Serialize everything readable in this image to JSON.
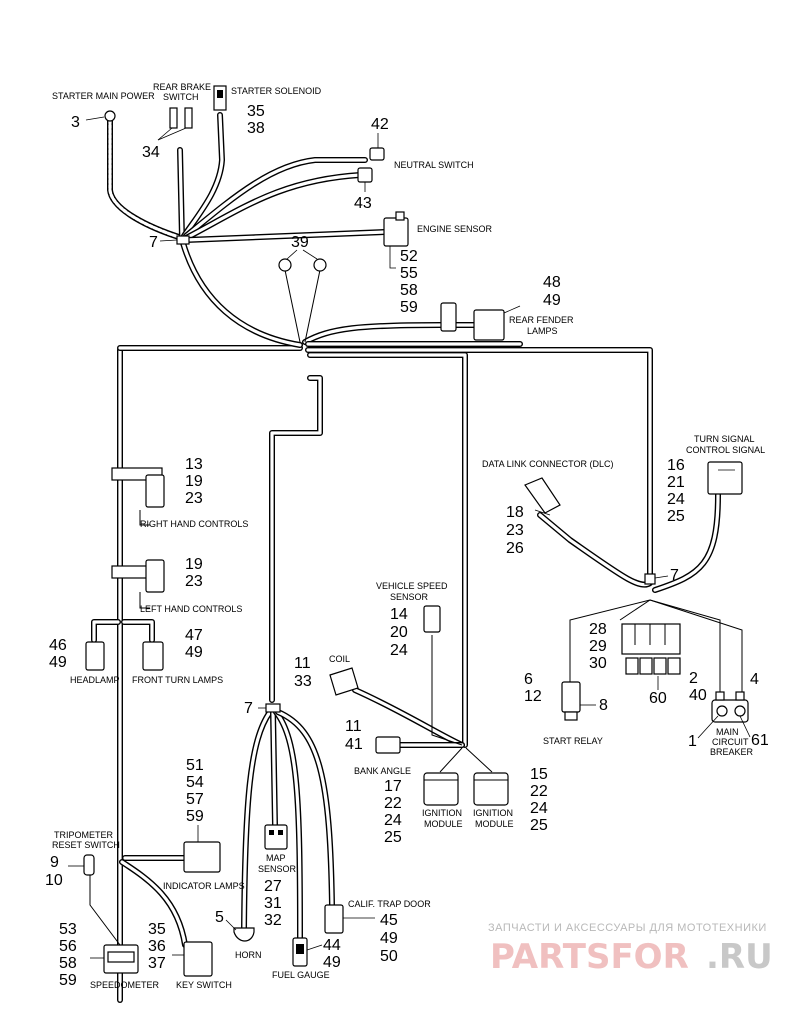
{
  "labels": {
    "starter_main_power": "STARTER MAIN POWER",
    "rear_brake_switch_1": "REAR BRAKE",
    "rear_brake_switch_2": "SWITCH",
    "starter_solenoid": "STARTER SOLENOID",
    "neutral_switch": "NEUTRAL SWITCH",
    "engine_sensor": "ENGINE SENSOR",
    "rear_fender_lamps_1": "REAR FENDER",
    "rear_fender_lamps_2": "LAMPS",
    "right_hand_controls": "RIGHT HAND CONTROLS",
    "left_hand_controls": "LEFT HAND CONTROLS",
    "headlamp": "HEADLAMP",
    "front_turn_lamps": "FRONT TURN LAMPS",
    "turn_signal_1": "TURN SIGNAL",
    "turn_signal_2": "CONTROL SIGNAL",
    "dlc": "DATA LINK CONNECTOR (DLC)",
    "vss_1": "VEHICLE SPEED",
    "vss_2": "SENSOR",
    "coil": "COIL",
    "start_relay": "START RELAY",
    "mcb_1": "MAIN",
    "mcb_2": "CIRCUIT",
    "mcb_3": "BREAKER",
    "bank_angle": "BANK ANGLE",
    "ignition_module_a_1": "IGNITION",
    "ignition_module_a_2": "MODULE",
    "ignition_module_b_1": "IGNITION",
    "ignition_module_b_2": "MODULE",
    "tripometer_1": "TRIPOMETER",
    "tripometer_2": "RESET SWITCH",
    "indicator_lamps": "INDICATOR LAMPS",
    "map_sensor_1": "MAP",
    "map_sensor_2": "SENSOR",
    "calif_trap_door": "CALIF. TRAP DOOR",
    "horn": "HORN",
    "fuel_gauge": "FUEL GAUGE",
    "speedometer": "SPEEDOMETER",
    "key_switch": "KEY SWITCH"
  },
  "refs": {
    "n3": "3",
    "n34": "34",
    "n35a": "35",
    "n38": "38",
    "n42": "42",
    "n43": "43",
    "n7a": "7",
    "n52": "52",
    "n55": "55",
    "n58a": "58",
    "n59a": "59",
    "n39": "39",
    "n48": "48",
    "n49a": "49",
    "n13": "13",
    "n19a": "19",
    "n23a": "23",
    "n19b": "19",
    "n23b": "23",
    "n46": "46",
    "n49b": "49",
    "n47": "47",
    "n49c": "49",
    "n16": "16",
    "n21": "21",
    "n24a": "24",
    "n25a": "25",
    "n18": "18",
    "n23c": "23",
    "n26": "26",
    "n7b": "7",
    "n14": "14",
    "n20": "20",
    "n24b": "24",
    "n28": "28",
    "n29": "29",
    "n30": "30",
    "n60": "60",
    "n11a": "11",
    "n33": "33",
    "n6": "6",
    "n12": "12",
    "n8": "8",
    "n2": "2",
    "n40": "40",
    "n4": "4",
    "n1": "1",
    "n61": "61",
    "n7c": "7",
    "n11b": "11",
    "n41": "41",
    "n17": "17",
    "n22a": "22",
    "n24c": "24",
    "n25b": "25",
    "n15": "15",
    "n22b": "22",
    "n24d": "24",
    "n25c": "25",
    "n51": "51",
    "n54": "54",
    "n57": "57",
    "n59b": "59",
    "n9": "9",
    "n10": "10",
    "n27": "27",
    "n31": "31",
    "n32": "32",
    "n45": "45",
    "n49d": "49",
    "n50": "50",
    "n5": "5",
    "n44": "44",
    "n49e": "49",
    "n53": "53",
    "n56": "56",
    "n58b": "58",
    "n59c": "59",
    "n35b": "35",
    "n36": "36",
    "n37": "37"
  },
  "watermark": {
    "tagline": "ЗАПЧАСТИ И АКСЕССУАРЫ ДЛЯ МОТОТЕХНИКИ",
    "logo_main": "PARTSFOR",
    "logo_tld": ".RU"
  }
}
